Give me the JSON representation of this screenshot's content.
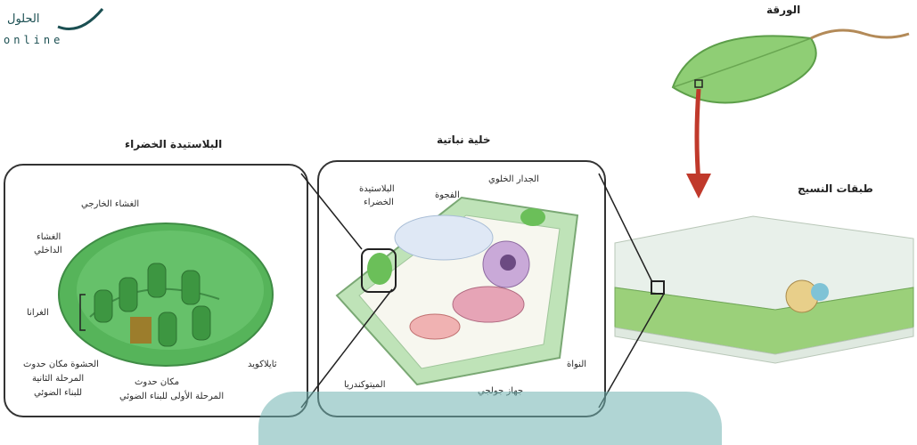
{
  "logo": {
    "text": "الحلول",
    "sub": "online"
  },
  "leaf": {
    "title": "الورقة"
  },
  "tissue": {
    "title": "طبقات النسيج"
  },
  "cell": {
    "title": "خلية نباتية",
    "labels": {
      "chloroplast_line1": "البلاستيدة",
      "chloroplast_line2": "الخضراء",
      "vacuole": "الفجوة",
      "cell_wall": "الجدار الخلوي",
      "nucleus": "النواة",
      "mitochondria": "الميتوكندريا",
      "golgi": "جهاز جولجي"
    }
  },
  "chloroplast": {
    "title": "البلاستيدة الخضراء",
    "labels": {
      "outer_membrane": "الغشاء الخارجي",
      "inner_membrane_line1": "الغشاء",
      "inner_membrane_line2": "الداخلي",
      "grana": "الغرانا",
      "stroma_line1": "الحشوة مكان حدوث",
      "stroma_line2": "المرحلة الثانية",
      "stroma_line3": "للبناء الضوئي",
      "thylakoid_site_line1": "مكان حدوث",
      "thylakoid_site_line2": "المرحلة الأولى للبناء الضوئي",
      "thylakoid": "ثايلاكويد"
    }
  },
  "colors": {
    "green": "#5cb85c",
    "dark_green": "#2e7d32",
    "arrow": "#c0392b",
    "watermark": "#6fb3b0"
  }
}
